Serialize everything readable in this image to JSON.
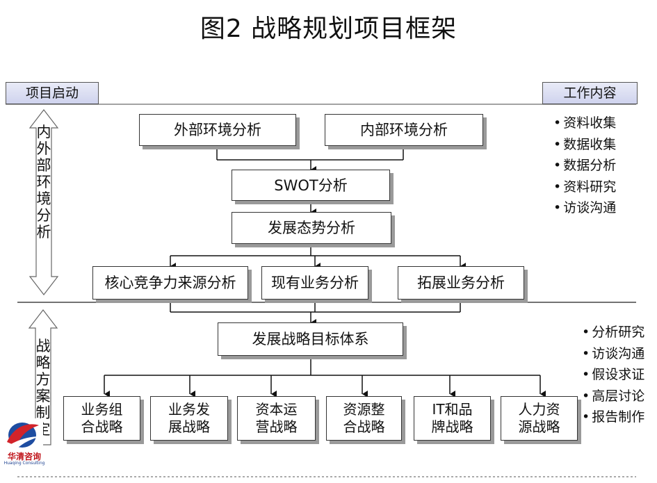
{
  "title": "图2  战略规划项目框架",
  "phase_labels": {
    "left": "项目启动",
    "right": "工作内容"
  },
  "vertical_labels": {
    "top": "内外部环境分析",
    "bottom": "战略方案制定"
  },
  "boxes": {
    "external_env": "外部环境分析",
    "internal_env": "内部环境分析",
    "swot": "SWOT分析",
    "situation": "发展态势分析",
    "core_competence": "核心竞争力来源分析",
    "existing_business": "现有业务分析",
    "expansion_business": "拓展业务分析",
    "target_system": "发展战略目标体系",
    "strategies": [
      "业务组合战略",
      "业务发展战略",
      "资本运营战略",
      "资源整合战略",
      "IT和品牌战略",
      "人力资源战略"
    ]
  },
  "work_content_top": [
    "资料收集",
    "数据收集",
    "数据分析",
    "资料研究",
    "访谈沟通"
  ],
  "work_content_bottom": [
    "分析研究",
    "访谈沟通",
    "假设求证",
    "高层讨论",
    "报告制作"
  ],
  "logo": {
    "name": "华清咨询",
    "subtitle": "Huaqing Consulting"
  }
}
